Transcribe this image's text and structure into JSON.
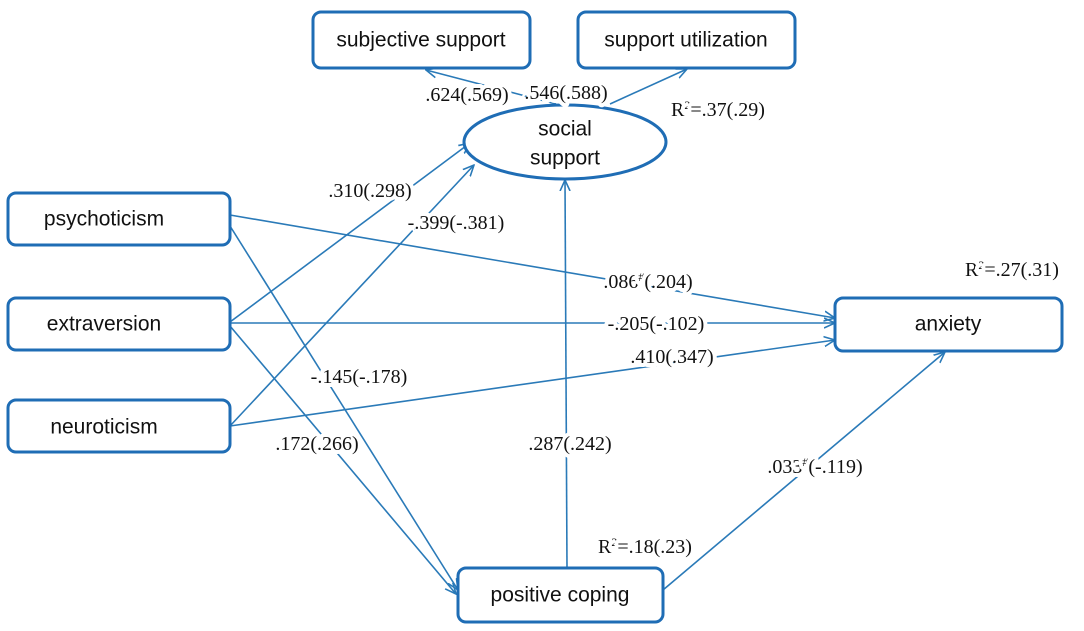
{
  "nodes": {
    "subjective_support": "subjective support",
    "support_utilization": "support utilization",
    "social_support_line1": "social",
    "social_support_line2": "support",
    "psychoticism": "psychoticism",
    "extraversion": "extraversion",
    "neuroticism": "neuroticism",
    "anxiety": "anxiety",
    "positive_coping": "positive coping"
  },
  "paths": {
    "social_to_subjective": {
      "value": ".624(.569)"
    },
    "social_to_utilization": {
      "value": ".546(.588)"
    },
    "extraversion_to_social": {
      "value": ".310(.298)"
    },
    "neuroticism_to_social": {
      "value": "-.399(-.381)"
    },
    "psychoticism_to_anxiety": {
      "value": ".086",
      "sup": "#",
      "rest": "(.204)"
    },
    "extraversion_to_anxiety": {
      "value": "-.205(-.102)"
    },
    "neuroticism_to_anxiety": {
      "value": ".410(.347)"
    },
    "psychoticism_to_coping": {
      "value": "-.145(-.178)"
    },
    "extraversion_to_coping": {
      "value": ".172(.266)"
    },
    "coping_to_social": {
      "value": ".287(.242)"
    },
    "coping_to_anxiety": {
      "value": ".033",
      "sup": "#",
      "rest": "(-.119)"
    }
  },
  "r_squared": {
    "social_support": {
      "prefix": "R",
      "sup": "2",
      "rest": "=.37(.29)"
    },
    "anxiety": {
      "prefix": "R",
      "sup": "2",
      "rest": "=.27(.31)"
    },
    "positive_coping": {
      "prefix": "R",
      "sup": "2",
      "rest": "=.18(.23)"
    }
  },
  "colors": {
    "node_border": "#1f6db5",
    "edge": "#2a7ab8"
  }
}
